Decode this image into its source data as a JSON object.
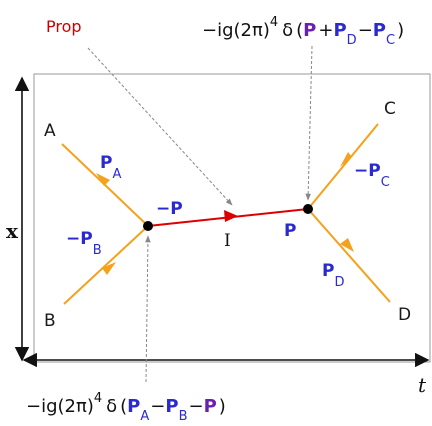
{
  "axes": {
    "x_label": "x",
    "t_label": "t"
  },
  "annotation": {
    "prop_label": "Prop",
    "internal_label": "I"
  },
  "vertices": {
    "left_momentum": "−P",
    "right_momentum": "P"
  },
  "external_lines": {
    "A": {
      "name": "A",
      "momentum": "P",
      "sub": "A",
      "sign": ""
    },
    "B": {
      "name": "B",
      "momentum": "P",
      "sub": "B",
      "sign": "−"
    },
    "C": {
      "name": "C",
      "momentum": "P",
      "sub": "C",
      "sign": "−"
    },
    "D": {
      "name": "D",
      "momentum": "P",
      "sub": "D",
      "sign": ""
    }
  },
  "formula_top": {
    "prefix": "−ig(2π)",
    "exp": "4",
    "delta": "δ",
    "open": "(",
    "p1": "P",
    "op1": "+",
    "p2": "P",
    "p2_sub": "D",
    "op2": "−",
    "p3": "P",
    "p3_sub": "C",
    "close": ")"
  },
  "formula_bottom": {
    "prefix": "−ig(2π)",
    "exp": "4",
    "delta": "δ",
    "open": "(",
    "p1": "P",
    "p1_sub": "A",
    "op1": "−",
    "p2": "P",
    "p2_sub": "B",
    "op2": "−",
    "p3": "P",
    "close": ")"
  },
  "colors": {
    "external_line": "#f4a11b",
    "propagator": "#dd0000",
    "frame": "#888888",
    "vertex": "#000000",
    "momentum_blue": "#2a2ad0",
    "formula_purple": "#6a1fb0",
    "prop_label": "#cc0000"
  }
}
